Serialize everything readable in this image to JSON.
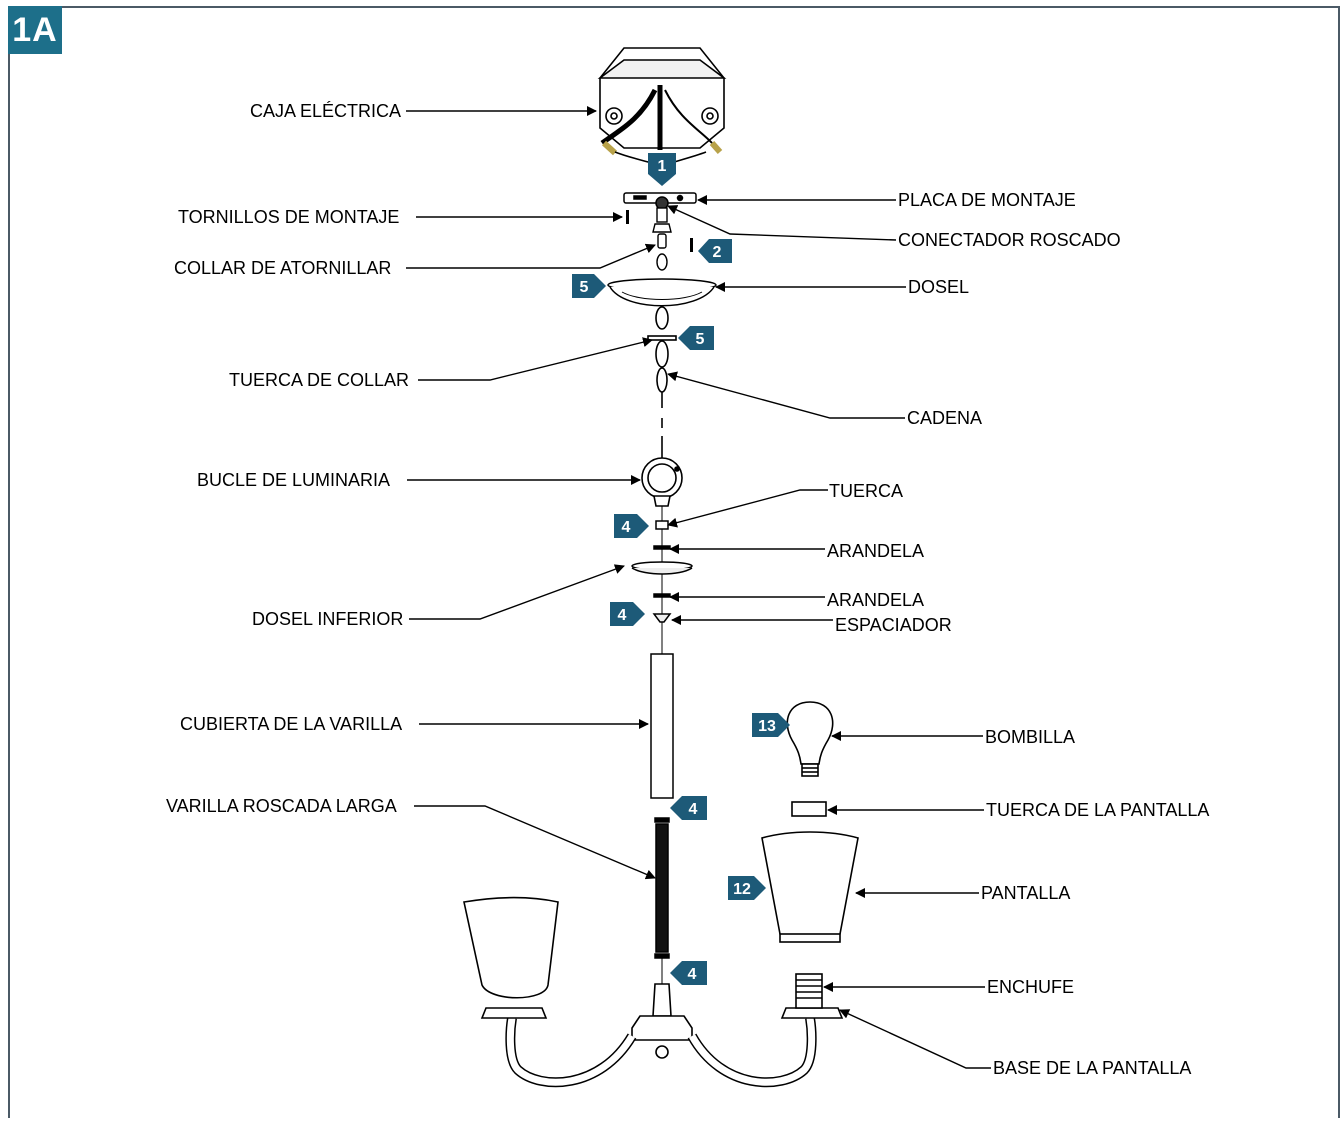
{
  "figure": {
    "badge": "1A"
  },
  "labels": {
    "caja_electrica": "CAJA ELÉCTRICA",
    "tornillos_de_montaje": "TORNILLOS DE MONTAJE",
    "collar_de_atornillar": "COLLAR DE ATORNILLAR",
    "tuerca_de_collar": "TUERCA DE COLLAR",
    "bucle_de_luminaria": "BUCLE DE LUMINARIA",
    "dosel_inferior": "DOSEL INFERIOR",
    "cubierta_de_la_varilla": "CUBIERTA DE LA VARILLA",
    "varilla_roscada_larga": "VARILLA ROSCADA LARGA",
    "placa_de_montaje": "PLACA DE MONTAJE",
    "conectador_roscado": "CONECTADOR ROSCADO",
    "dosel": "DOSEL",
    "cadena": "CADENA",
    "tuerca": "TUERCA",
    "arandela_1": "ARANDELA",
    "arandela_2": "ARANDELA",
    "espaciador": "ESPACIADOR",
    "bombilla": "BOMBILLA",
    "tuerca_de_la_pantalla": "TUERCA DE LA PANTALLA",
    "pantalla": "PANTALLA",
    "enchufe": "ENCHUFE",
    "base_de_la_pantalla": "BASE DE LA PANTALLA"
  },
  "steps": {
    "s1": "1",
    "s2": "2",
    "s5a": "5",
    "s5b": "5",
    "s4a": "4",
    "s4b": "4",
    "s4c": "4",
    "s4d": "4",
    "s13": "13",
    "s12": "12"
  },
  "colors": {
    "badge": "#1d6f8a",
    "step": "#1d5a78",
    "line": "#000000"
  }
}
